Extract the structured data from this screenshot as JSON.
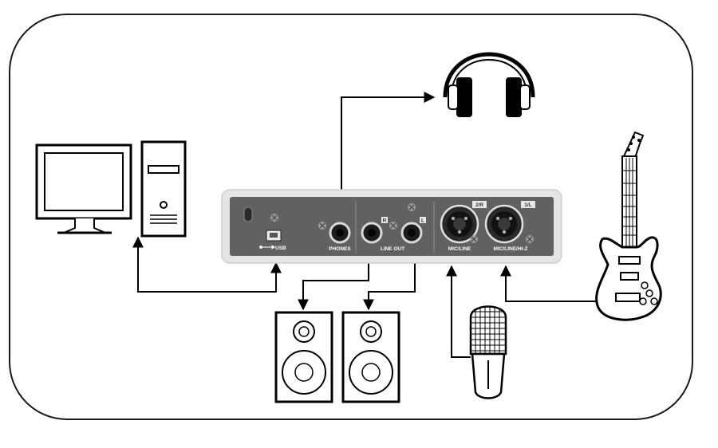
{
  "interface": {
    "usb_label": "USB",
    "phones_label": "PHONES",
    "line_out_label": "LINE OUT",
    "line_out_r": "R",
    "line_out_l": "L",
    "mic_line_label": "MIC/LINE",
    "mic_line_hiz_label": "MIC/LINE/HI-Z",
    "channel_2r": "2/R",
    "channel_1l": "1/L"
  },
  "colors": {
    "panel_outer": "#e4e4e4",
    "panel_face": "#5f6163",
    "line": "#000000",
    "frame": "#1a1a1a"
  }
}
